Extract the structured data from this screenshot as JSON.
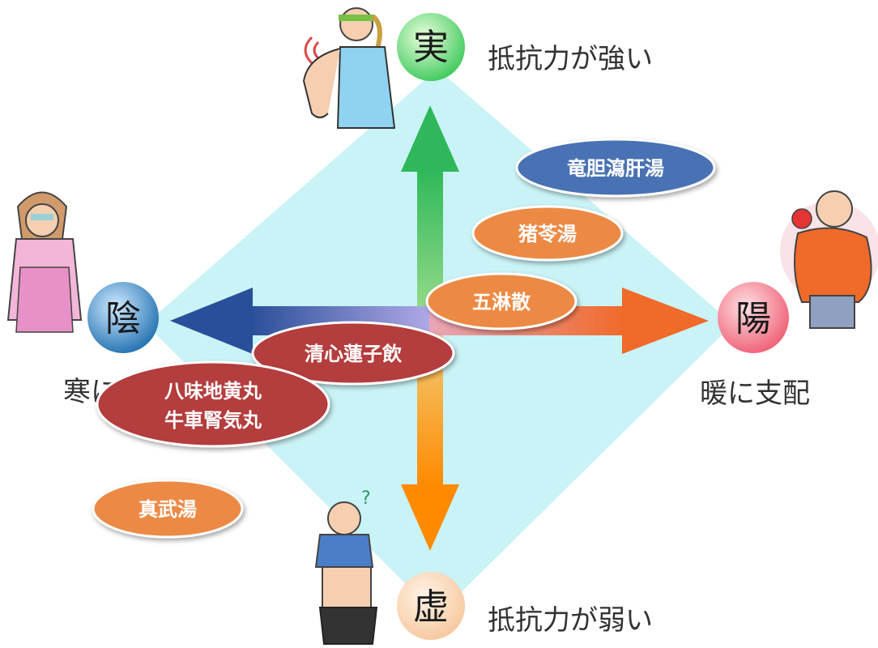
{
  "poles": {
    "top": {
      "char": "実",
      "caption": "抵抗力が強い"
    },
    "bottom": {
      "char": "虚",
      "caption": "抵抗力が弱い"
    },
    "left": {
      "char": "陰",
      "caption": "寒に"
    },
    "right": {
      "char": "陽",
      "caption": "暖に支配"
    }
  },
  "remedies": [
    {
      "lines": [
        "竜胆瀉肝湯"
      ],
      "color": "#4a72b4"
    },
    {
      "lines": [
        "猪苓湯"
      ],
      "color": "#ec8a45"
    },
    {
      "lines": [
        "五淋散"
      ],
      "color": "#ec8a45"
    },
    {
      "lines": [
        "清心蓮子飲"
      ],
      "color": "#b43c3c"
    },
    {
      "lines": [
        "八味地黄丸",
        "牛車腎気丸"
      ],
      "color": "#b43c3c"
    },
    {
      "lines": [
        "真武湯"
      ],
      "color": "#ec8a45"
    }
  ],
  "colors": {
    "diamond": "#c9f3f6",
    "arrow_up": "#2fb85a",
    "arrow_down": "#ff8a00",
    "arrow_left": "#2a4f9a",
    "arrow_right": "#f06a2a",
    "pole_top": "#3cc85a",
    "pole_bottom": "#f6c79c",
    "pole_left": "#1f6fb0",
    "pole_right": "#ee5d72"
  },
  "figures": [
    {
      "icon": "tired-athlete-icon"
    },
    {
      "icon": "cold-woman-icon"
    },
    {
      "icon": "overweight-man-apple-icon"
    },
    {
      "icon": "thin-weak-man-icon"
    }
  ]
}
